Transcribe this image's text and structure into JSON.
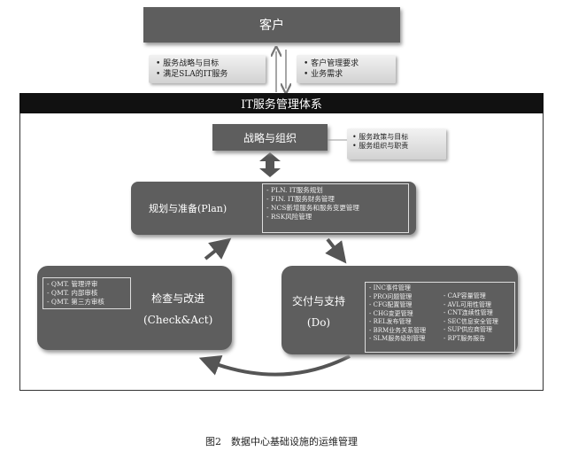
{
  "customer": {
    "label": "客户"
  },
  "left_callout": {
    "items": [
      "• 服务战略与目标",
      "• 满足SLA的IT服务"
    ]
  },
  "right_callout": {
    "items": [
      "• 客户管理要求",
      "• 业务需求"
    ]
  },
  "system": {
    "title": "IT服务管理体系"
  },
  "strategy": {
    "label": "战略与组织",
    "callout": [
      "• 服务政策与目标",
      "• 服务组织与职责"
    ]
  },
  "plan": {
    "label": "规划与准备(Plan)",
    "items": [
      "- PLN. IT服务规划",
      "- FIN. IT服务财务管理",
      "- NCS新增服务和服务变更管理",
      "- RSK风险管理"
    ]
  },
  "check": {
    "label": "检查与改进",
    "sub": "(Check&Act)",
    "items": [
      "- QMT. 管理评审",
      "- QMT. 内部审核",
      "- QMT. 第三方审核"
    ]
  },
  "do": {
    "label": "交付与支持",
    "sub": "(Do)",
    "items_left": [
      "- INC事件管理",
      "- PRO问题管理",
      "- CFG配置管理",
      "- CHG变更管理",
      "- REL发布管理",
      "- BRM业务关系管理",
      "- SLM服务级别管理"
    ],
    "items_right": [
      "- CAP容量管理",
      "- AVL可用性管理",
      "- CNT连续性管理",
      "- SEC信息安全管理",
      "- SUP供应商管理",
      "- RPT服务报告"
    ]
  },
  "caption": "图2　数据中心基础设施的运维管理"
}
